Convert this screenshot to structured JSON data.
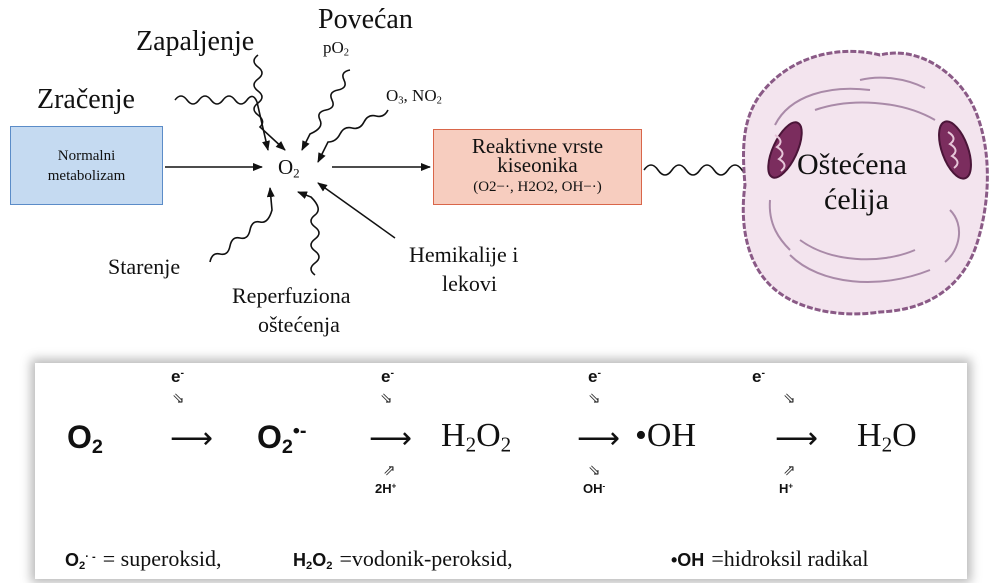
{
  "top": {
    "center_molecule": {
      "main": "O",
      "sub": "2"
    },
    "inputs": {
      "zracenje": "Zračenje",
      "zapaljenje": "Zapaljenje",
      "povecan": "Povećan",
      "po2": {
        "main": "pO",
        "sub": "2"
      },
      "o3no2": {
        "a": "O",
        "a_sub": "3",
        "b": ", NO",
        "b_sub": "2"
      },
      "starenje": "Starenje",
      "reperfuziona_1": "Reperfuziona",
      "reperfuziona_2": "oštećenja",
      "hemikalije_1": "Hemikalije i",
      "hemikalije_2": "lekovi"
    },
    "normal_box": {
      "line1": "Normalni",
      "line2": "metabolizam"
    },
    "ros_box": {
      "line1": "Reaktivne vrste",
      "line2": "kiseonika",
      "species": "(O2−·, H2O2, OH−·)"
    },
    "cell": {
      "line1": "Oštećena",
      "line2": "ćelija"
    }
  },
  "chain": {
    "electron": "e",
    "electron_sup": "-",
    "o2": "O",
    "o2_sub": "2",
    "superoxide": "O",
    "superoxide_sub": "2",
    "superoxide_sup": "•-",
    "h2o2": {
      "a": "H",
      "a_sub": "2",
      "b": "O",
      "b_sub": "2"
    },
    "oh": "•OH",
    "h2o": {
      "a": "H",
      "a_sub": "2",
      "b": "O"
    },
    "below_1": "2H",
    "below_1_sup": "+",
    "below_2": "OH",
    "below_2_sup": "-",
    "below_3": "H",
    "below_3_sup": "+"
  },
  "legend": {
    "superoxide_formula": "O",
    "superoxide_sub": "2",
    "superoxide_sup": "· -",
    "superoxide_text": "= superoksid,",
    "peroxide_formula_a": "H",
    "peroxide_formula_b": "O",
    "peroxide_sub": "2",
    "peroxide_text": "=vodonik-peroksid,",
    "hydroxyl_formula": "•OH",
    "hydroxyl_text": "=hidroksil radikal"
  },
  "colors": {
    "normal_box_fill": "#c5daf1",
    "normal_box_border": "#5b8cc8",
    "ros_box_fill": "#f7cdbf",
    "ros_box_border": "#d9664a",
    "cell_fill": "#f3e4ee",
    "cell_stroke": "#8a5a86",
    "mitochondria": "#7b2d5e"
  }
}
